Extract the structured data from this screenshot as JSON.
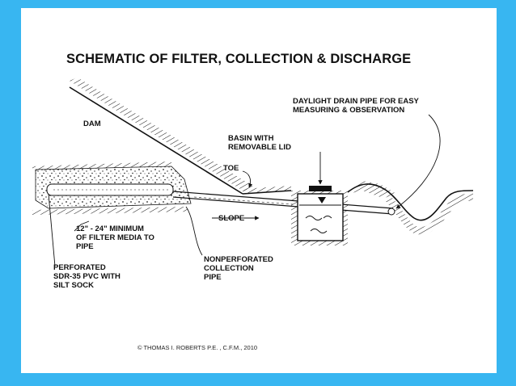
{
  "title": "SCHEMATIC OF FILTER, COLLECTION & DISCHARGE",
  "labels": {
    "dam": "DAM",
    "toe": "TOE",
    "basin": "BASIN WITH\nREMOVABLE LID",
    "daylight": "DAYLIGHT DRAIN PIPE FOR EASY\nMEASURING & OBSERVATION",
    "slope": "SLOPE",
    "filter_media": "12\" - 24\" MINIMUM\nOF FILTER MEDIA TO\nPIPE",
    "perforated": "PERFORATED\nSDR-35 PVC WITH\nSILT SOCK",
    "nonperforated": "NONPERFORATED\nCOLLECTION\nPIPE"
  },
  "credit": "© THOMAS I. ROBERTS P.E. , C.F.M., 2010",
  "colors": {
    "frame": "#38b6f1",
    "ink": "#111111"
  }
}
